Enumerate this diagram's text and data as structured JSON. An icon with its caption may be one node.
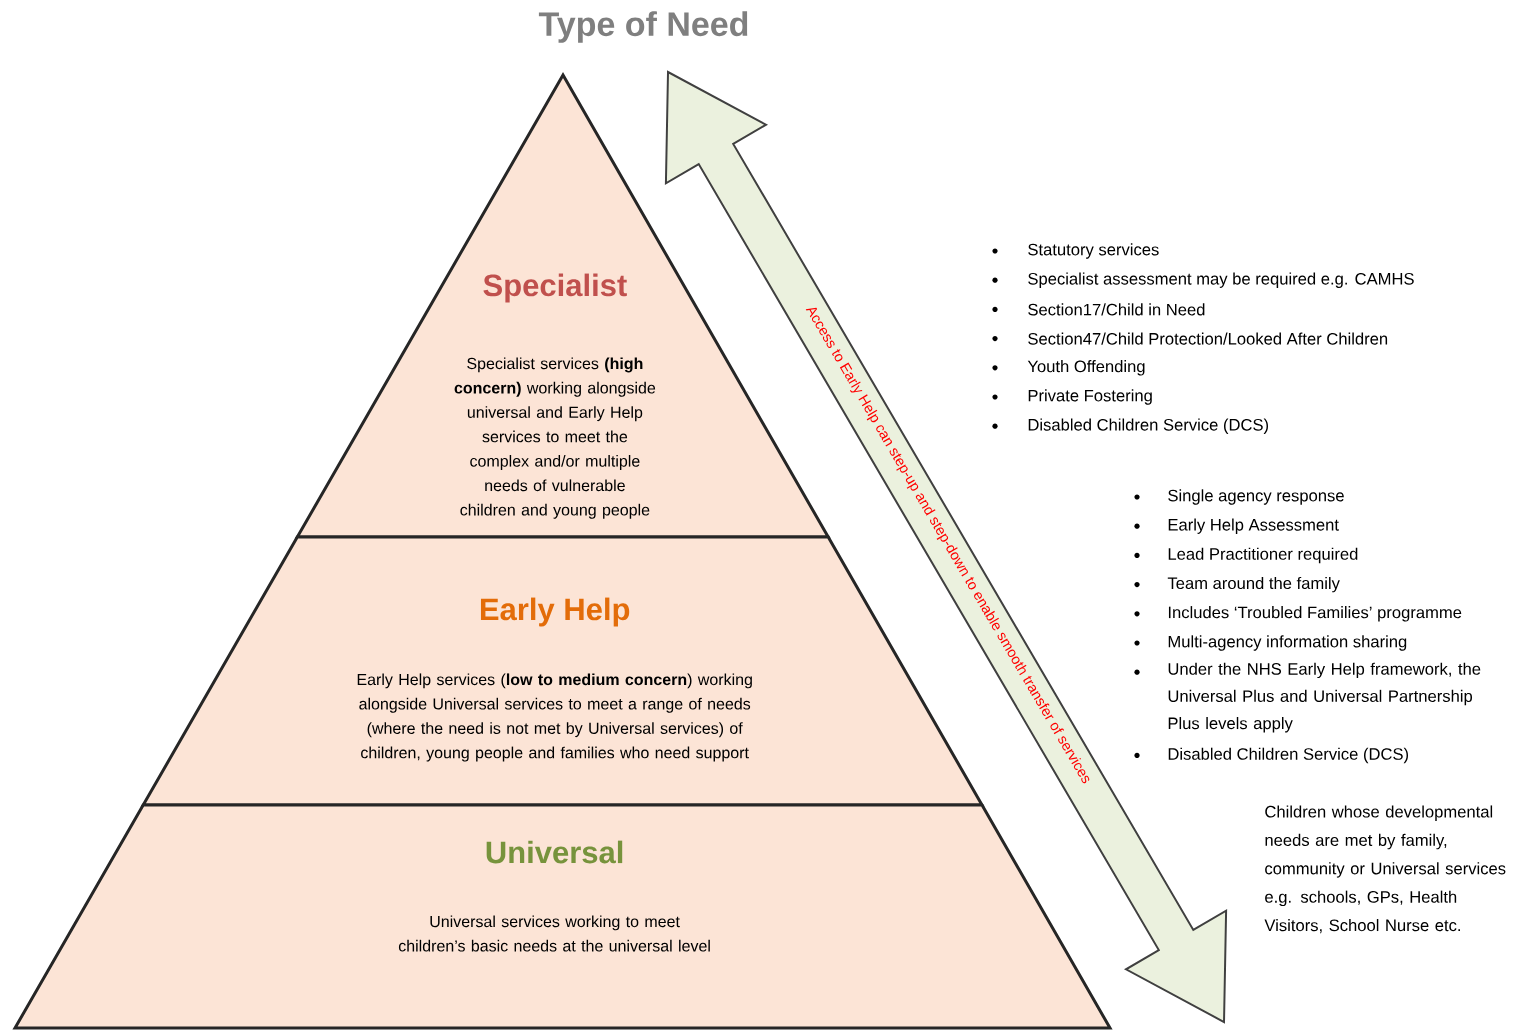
{
  "diagram": {
    "title": "Type of Need",
    "nodes": [
      {
        "text": [
          "Specialist",
          "Specialist services **(high concern)** working alongside universal and Early Help services to meet the complex and/or multiple needs of vulnerable children and young people"
        ]
      },
      {
        "text": [
          "Early Help",
          "Early Help services (**low to medium concern**) working alongside Universal services to meet a range of needs (where the need is not met by Universal services) of children, young people and families who need support"
        ]
      },
      {
        "text": [
          "Universal",
          "Universal services working to meet children’s basic needs at the universal level"
        ]
      }
    ],
    "labels": [
      "Access to Early Help can step-up and step-down to enable smooth transfer of services",
      "Statutory services",
      "Specialist assessment may be required e.g. CAMHS",
      "Section17/Child in Need",
      "Section47/Child Protection/Looked After Children",
      "Youth Offending",
      "Private Fostering",
      "Disabled Children Service (DCS)",
      "Single agency response",
      "Early Help Assessment",
      "Lead Practitioner required",
      "Team around the family",
      "Includes ‘Troubled Families’ programme",
      "Multi-agency information sharing",
      "Under the NHS Early Help framework, the Universal Plus and Universal Partnership Plus levels apply",
      "Disabled Children Service (DCS)",
      "Children whose developmental needs are met by family, community or Universal services e.g. schools, GPs, Health Visitors, School Nurse etc."
    ]
  }
}
